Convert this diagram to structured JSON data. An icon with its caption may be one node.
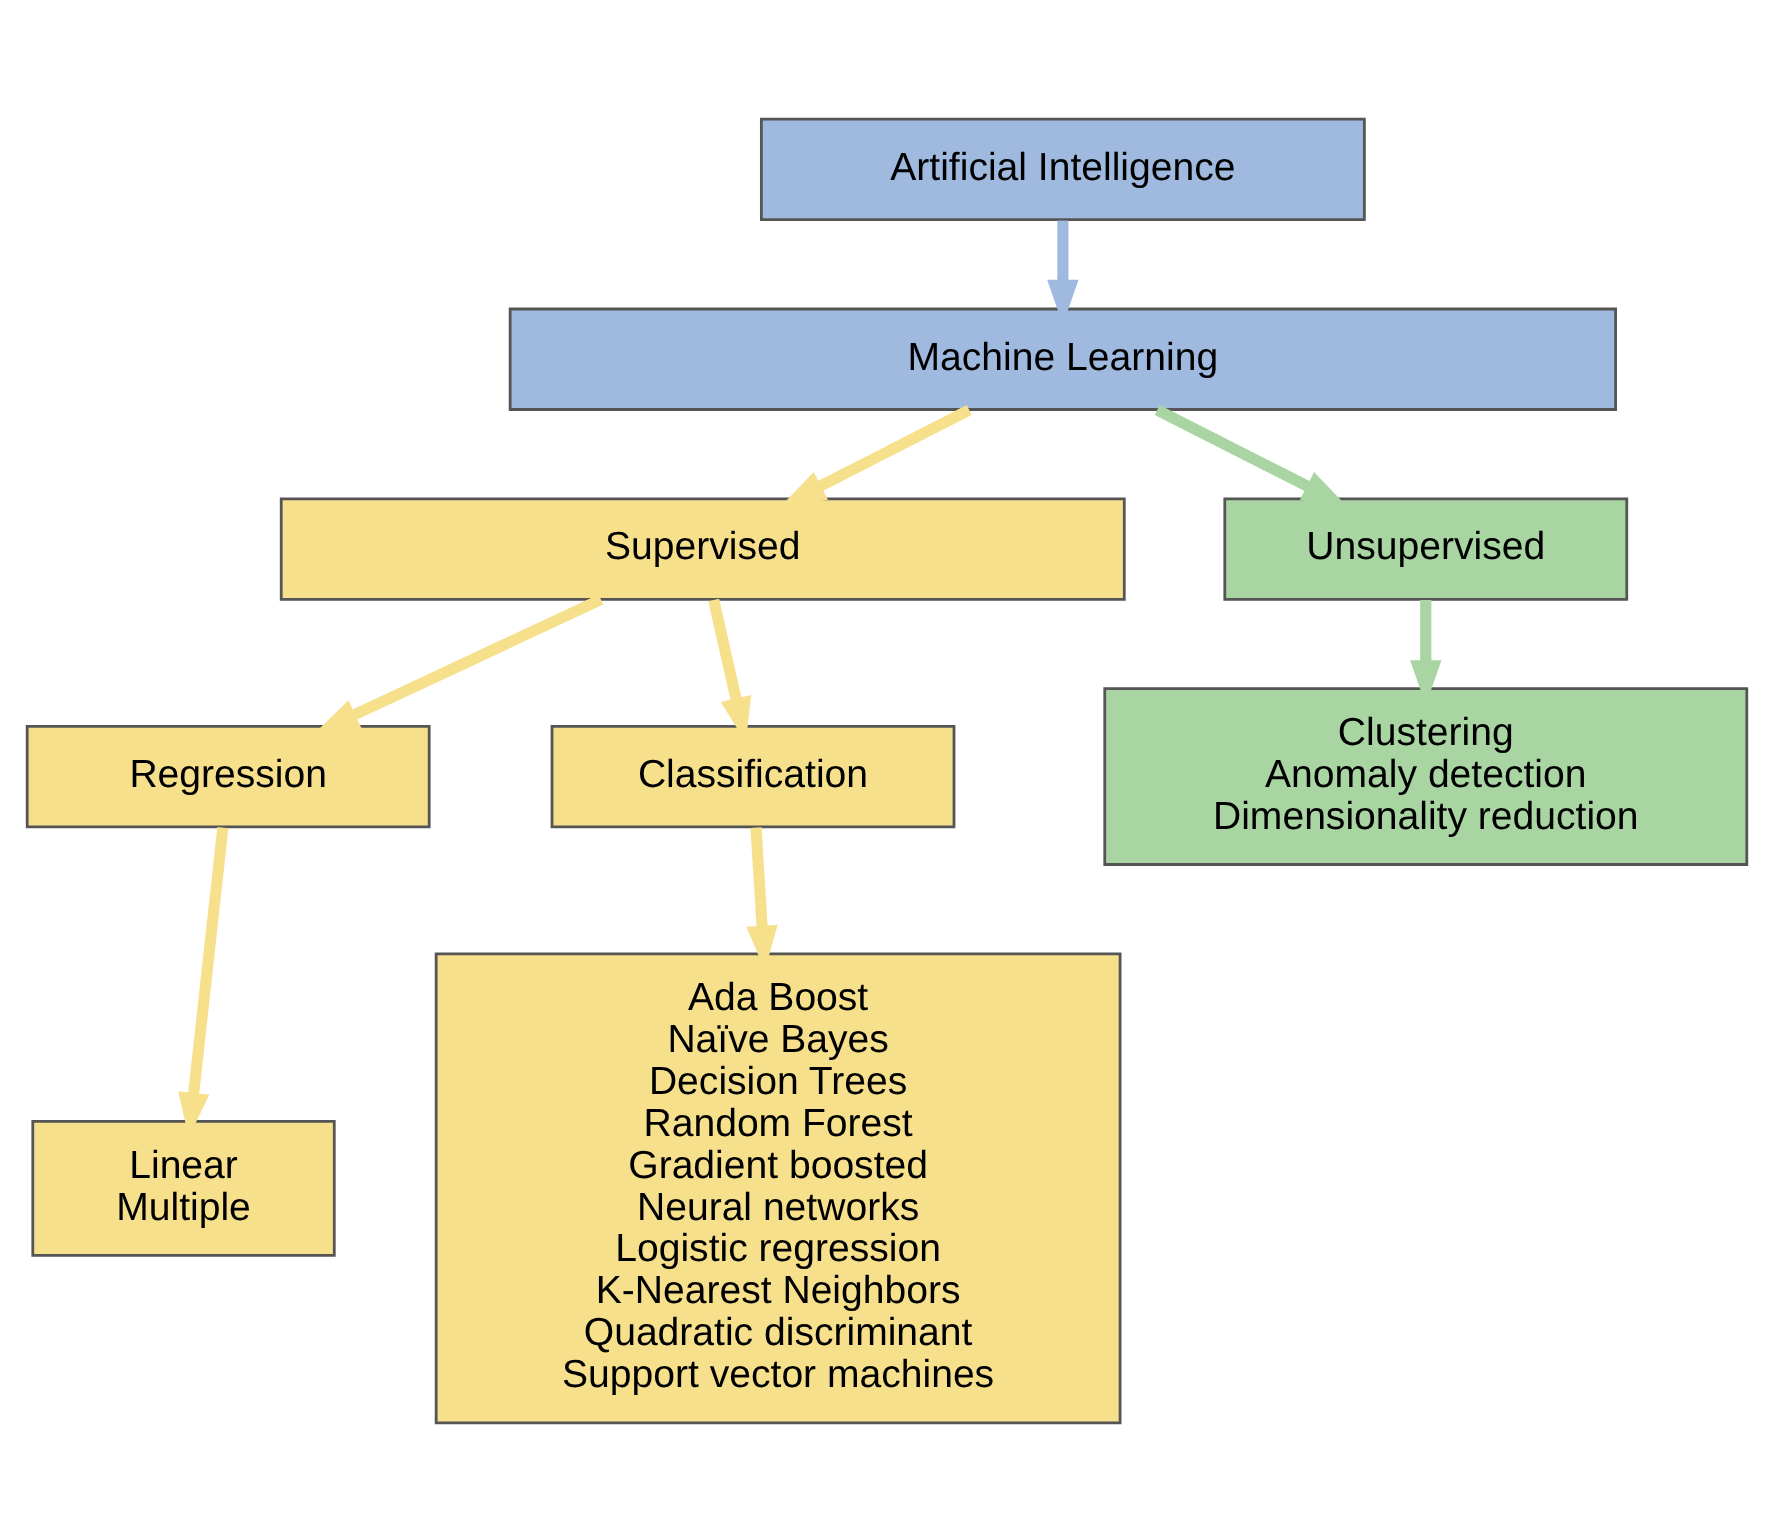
{
  "diagram": {
    "nodes": [
      {
        "text": [
          "Artificial Intelligence"
        ]
      },
      {
        "text": [
          "Machine Learning"
        ]
      },
      {
        "text": [
          "Supervised"
        ]
      },
      {
        "text": [
          "Unsupervised"
        ]
      },
      {
        "text": [
          "Regression"
        ]
      },
      {
        "text": [
          "Classification"
        ]
      },
      {
        "text": [
          "Clustering",
          "Anomaly detection",
          "Dimensionality reduction"
        ]
      },
      {
        "text": [
          "Linear",
          "Multiple"
        ]
      },
      {
        "text": [
          "Ada Boost",
          "Naïve Bayes",
          "Decision Trees",
          "Random Forest",
          "Gradient boosted",
          "Neural networks",
          "Logistic regression",
          "K-Nearest Neighbors",
          "Quadratic discriminant",
          "Support vector machines"
        ]
      }
    ],
    "edges": [
      {
        "from": 0,
        "to": 1,
        "arrow": "to",
        "color": "#9fb9df"
      },
      {
        "from": 1,
        "to": 2,
        "arrow": "to"
      },
      {
        "from": 1,
        "to": 3,
        "arrow": "to",
        "color": "#a9d5a3"
      },
      {
        "from": 2,
        "to": 4,
        "arrow": "to"
      },
      {
        "from": 2,
        "to": 5,
        "arrow": "to"
      },
      {
        "from": 3,
        "to": 6,
        "arrow": "to",
        "color": "#a9d5a3"
      },
      {
        "from": 4,
        "to": 7,
        "arrow": "to"
      },
      {
        "from": 5,
        "to": 8,
        "arrow": "to"
      }
    ]
  }
}
